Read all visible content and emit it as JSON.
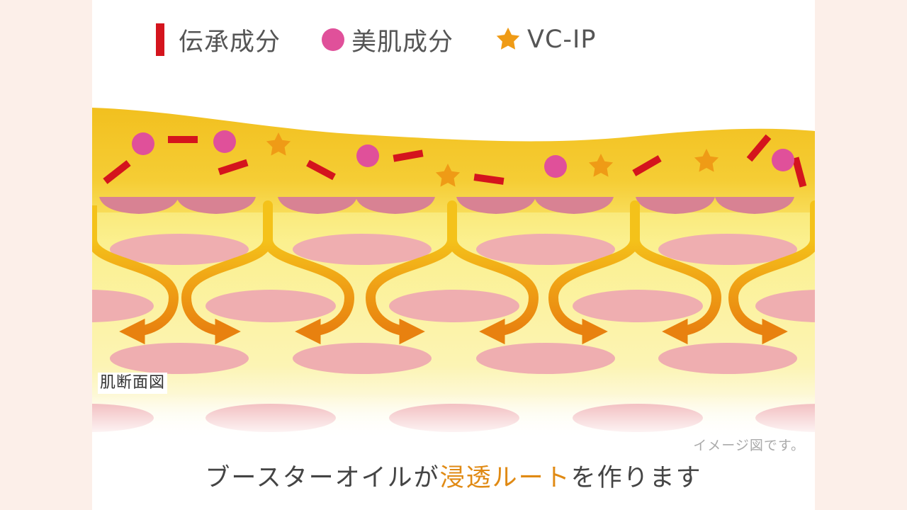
{
  "legend": [
    {
      "marker": "bar",
      "color": "#d4141d",
      "label": "伝承成分"
    },
    {
      "marker": "circle",
      "color": "#e0509a",
      "label": "美肌成分"
    },
    {
      "marker": "star",
      "color": "#ef9b16",
      "label": "VC-IP"
    }
  ],
  "skin_label": "肌断面図",
  "note": "イメージ図です。",
  "caption": {
    "before": "ブースターオイルが",
    "highlight": "浸透ルート",
    "after": "を作ります"
  },
  "colors": {
    "oil_layer": "#f3c322",
    "skin_layer": "#fbf29a",
    "cell_top": "#d88293",
    "cell": "#efaeb0",
    "arrow": "#ec8f13",
    "background": "#fcefe9"
  }
}
